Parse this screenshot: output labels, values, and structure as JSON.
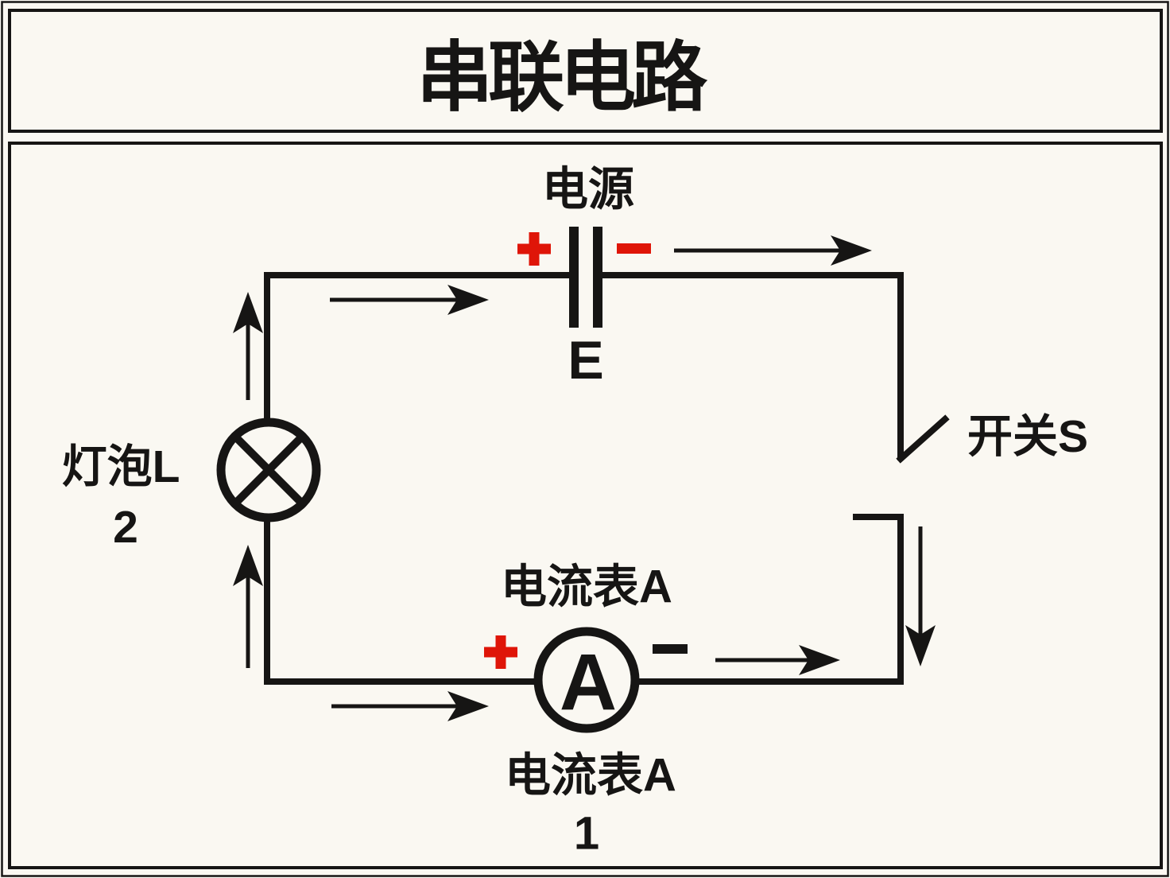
{
  "colors": {
    "ink": "#161514",
    "accent_red": "#DF1508",
    "background": "#FAF8F2"
  },
  "header": {
    "title": "串联电路"
  },
  "diagram": {
    "power_source": {
      "label": "电源",
      "plus_sign": "+",
      "minus_sign": "−",
      "symbol": "E"
    },
    "switch": {
      "label": "开关S"
    },
    "bulb": {
      "label": "灯泡L",
      "label_number": "2"
    },
    "ammeter": {
      "label_top": "电流表A",
      "plus_sign": "+",
      "minus_sign": "−",
      "dial_letter": "A",
      "label_bottom": "电流表A",
      "label_bottom_number": "1"
    },
    "icons": {
      "current_direction_arrow": "➤",
      "arrow_count": 7
    }
  }
}
